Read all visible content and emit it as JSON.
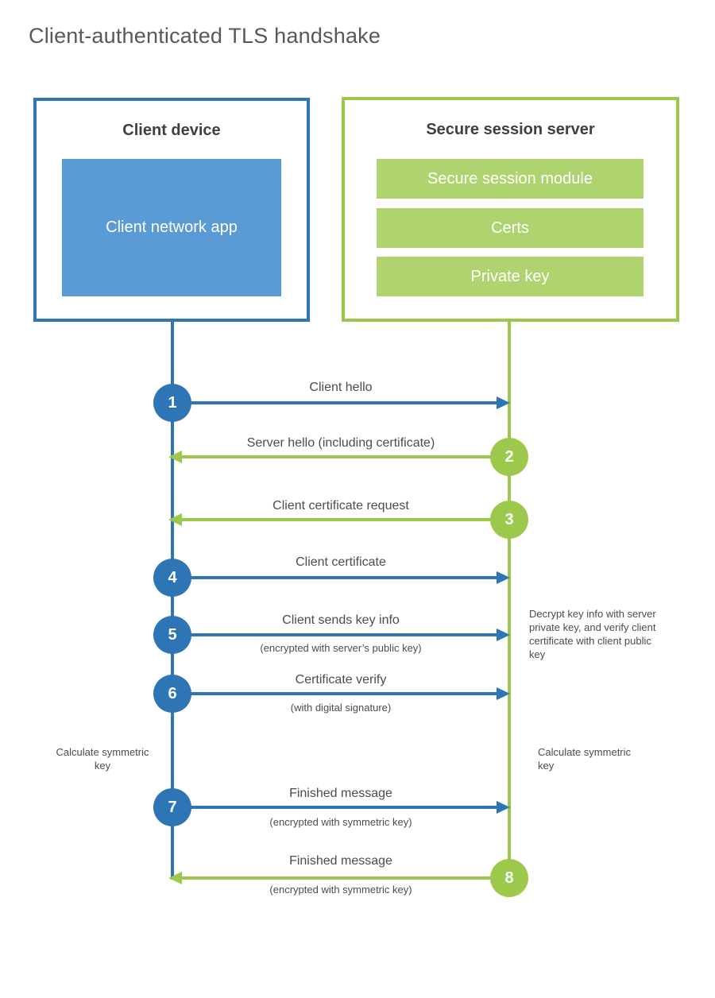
{
  "title": "Client-authenticated TLS handshake",
  "colors": {
    "client_accent": "#2e75b6",
    "client_fill": "#5b9bd5",
    "server_accent": "#9cc94c",
    "server_fill": "#aed36f",
    "text": "#4b4c4e"
  },
  "actors": {
    "client": {
      "title": "Client device",
      "components": [
        "Client network app"
      ]
    },
    "server": {
      "title": "Secure session server",
      "components": [
        "Secure session module",
        "Certs",
        "Private key"
      ]
    }
  },
  "messages": [
    {
      "step": "1",
      "from": "client",
      "to": "server",
      "label": "Client hello",
      "sublabel": ""
    },
    {
      "step": "2",
      "from": "server",
      "to": "client",
      "label": "Server hello (including certificate)",
      "sublabel": ""
    },
    {
      "step": "3",
      "from": "server",
      "to": "client",
      "label": "Client certificate request",
      "sublabel": ""
    },
    {
      "step": "4",
      "from": "client",
      "to": "server",
      "label": "Client certificate",
      "sublabel": ""
    },
    {
      "step": "5",
      "from": "client",
      "to": "server",
      "label": "Client sends key info",
      "sublabel": "(encrypted with server’s public key)"
    },
    {
      "step": "6",
      "from": "client",
      "to": "server",
      "label": "Certificate verify",
      "sublabel": "(with digital signature)"
    },
    {
      "step": "7",
      "from": "client",
      "to": "server",
      "label": "Finished message",
      "sublabel": "(encrypted with symmetric key)"
    },
    {
      "step": "8",
      "from": "server",
      "to": "client",
      "label": "Finished message",
      "sublabel": "(encrypted with symmetric key)"
    }
  ],
  "notes": {
    "decrypt": "Decrypt key info with server private key, and verify client certificate with client public key",
    "calc_left": "Calculate symmetric key",
    "calc_right": "Calculate symmetric key"
  }
}
